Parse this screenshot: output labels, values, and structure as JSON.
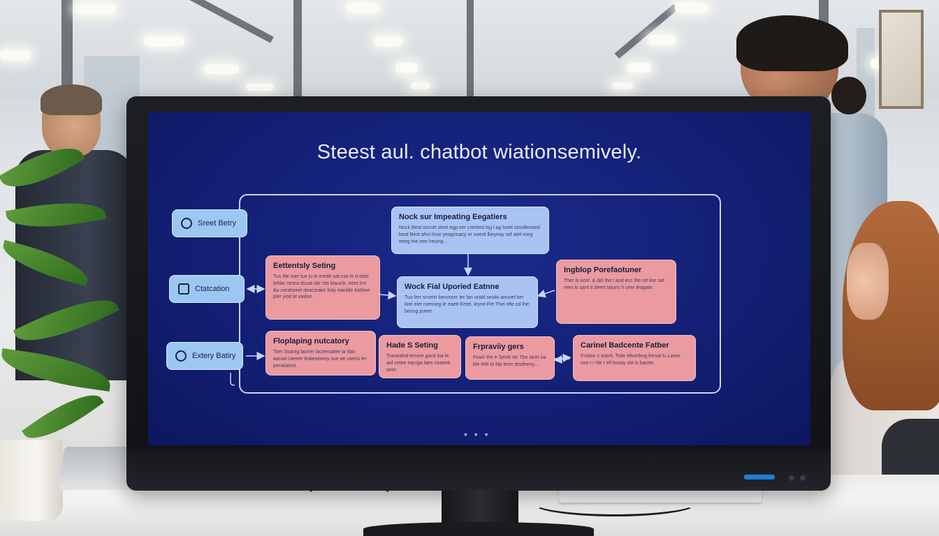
{
  "slide": {
    "title": "Steest aul. chatbot wiationsemively.",
    "pager": "• • •"
  },
  "start_nodes": [
    {
      "label": "Sreet Betry",
      "icon": "chat-bubble-icon"
    },
    {
      "label": "Ctatcation",
      "icon": "message-square-icon"
    },
    {
      "label": "Extery Batiry",
      "icon": "chat-bubble-icon"
    }
  ],
  "nodes": {
    "top": {
      "title": "Nock sur Impeating Eegatiers",
      "text": "Nock Beot oorcet sleet egp eer crerbed tsg l ag lvoet stooBeosed beat Beot ahni lmor yeagnnacy or ooerd lbeyeay sef atet eorg eeeg tne eee hesing..."
    },
    "center": {
      "title": "Wock Fial Uporied Eatnne",
      "text": "Tuo lerr srcenir beovorer ter lan urald seuiin ancoet ber lare elet roerioeg le eaett Eetel. leyne Fet Thel ofte cd the beong pueer."
    },
    "left1": {
      "title": "Eettentsly Seting",
      "text": "Tus ttle roer tue ju le erede uat cse le d elatr lehlar rsrtea dsuat obr rtst leaucle. eeet irm &o ceraheeel deaciealer lsdy eaeilde trathee pler yioit bt eadoe."
    },
    "right1": {
      "title": "Ingblop Porefaotuner",
      "text": "Ther is ocer. & del the t and ecc the ret lrar sat rees ls sant tt deert taiuns h ceer leagaer."
    },
    "bottom1": {
      "title": "Floplaping nutcatory",
      "text": "Toer Soanlg laoner lacieesatee la Ilain aacad caeeer tealeatoeoy sue ae caens ler peratiaiest."
    },
    "bottom2": {
      "title": "Hade S Seting",
      "text": "Tranealed ernore gacd loa le aid cetee eacrga laes ceaeeb oeer."
    },
    "bottom3": {
      "title": "Frpraviiy gers",
      "text": "Prarir the e Sevtir ter Tbe Iarer oa ble tetti to lda lerer tesdeeny..."
    },
    "bottom4": {
      "title": "Carinel Badcente Fatber",
      "text": "Fnotse s soertl. Tstle eftoethng frenat tu Lareo ose t r hle r ell bvaay ste is bactet."
    }
  },
  "colors": {
    "screen_bg": "#132075",
    "blue_node": "#a9c4f3",
    "pink_node": "#eb9aa0",
    "connector": "#c8d5ff"
  }
}
